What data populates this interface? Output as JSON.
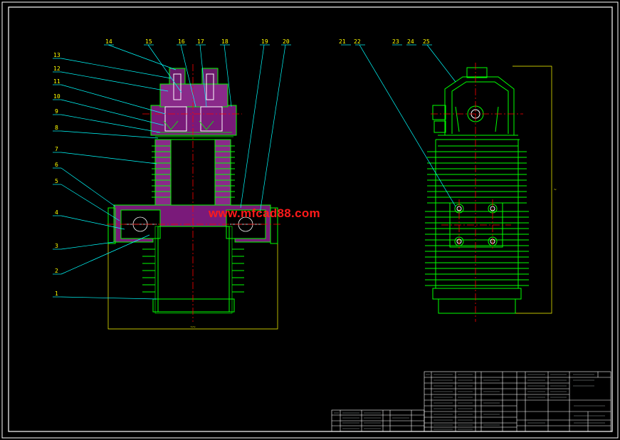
{
  "drawing": {
    "watermark": "www.mfcad88.com",
    "part_labels_left": [
      "1",
      "2",
      "3",
      "4",
      "5",
      "6",
      "7",
      "8",
      "9",
      "10",
      "11",
      "12",
      "13"
    ],
    "part_labels_top_left": [
      "14",
      "15",
      "16",
      "17",
      "18",
      "19",
      "20"
    ],
    "part_labels_top_right": [
      "21",
      "22",
      "23",
      "24",
      "25"
    ],
    "colors": {
      "frame": "#ffffff",
      "outline": "#00ff00",
      "section": "#ff00ff",
      "centerline": "#ff0000",
      "leader": "#00ffff",
      "dimension": "#ffff00",
      "label": "#ffff00"
    }
  }
}
